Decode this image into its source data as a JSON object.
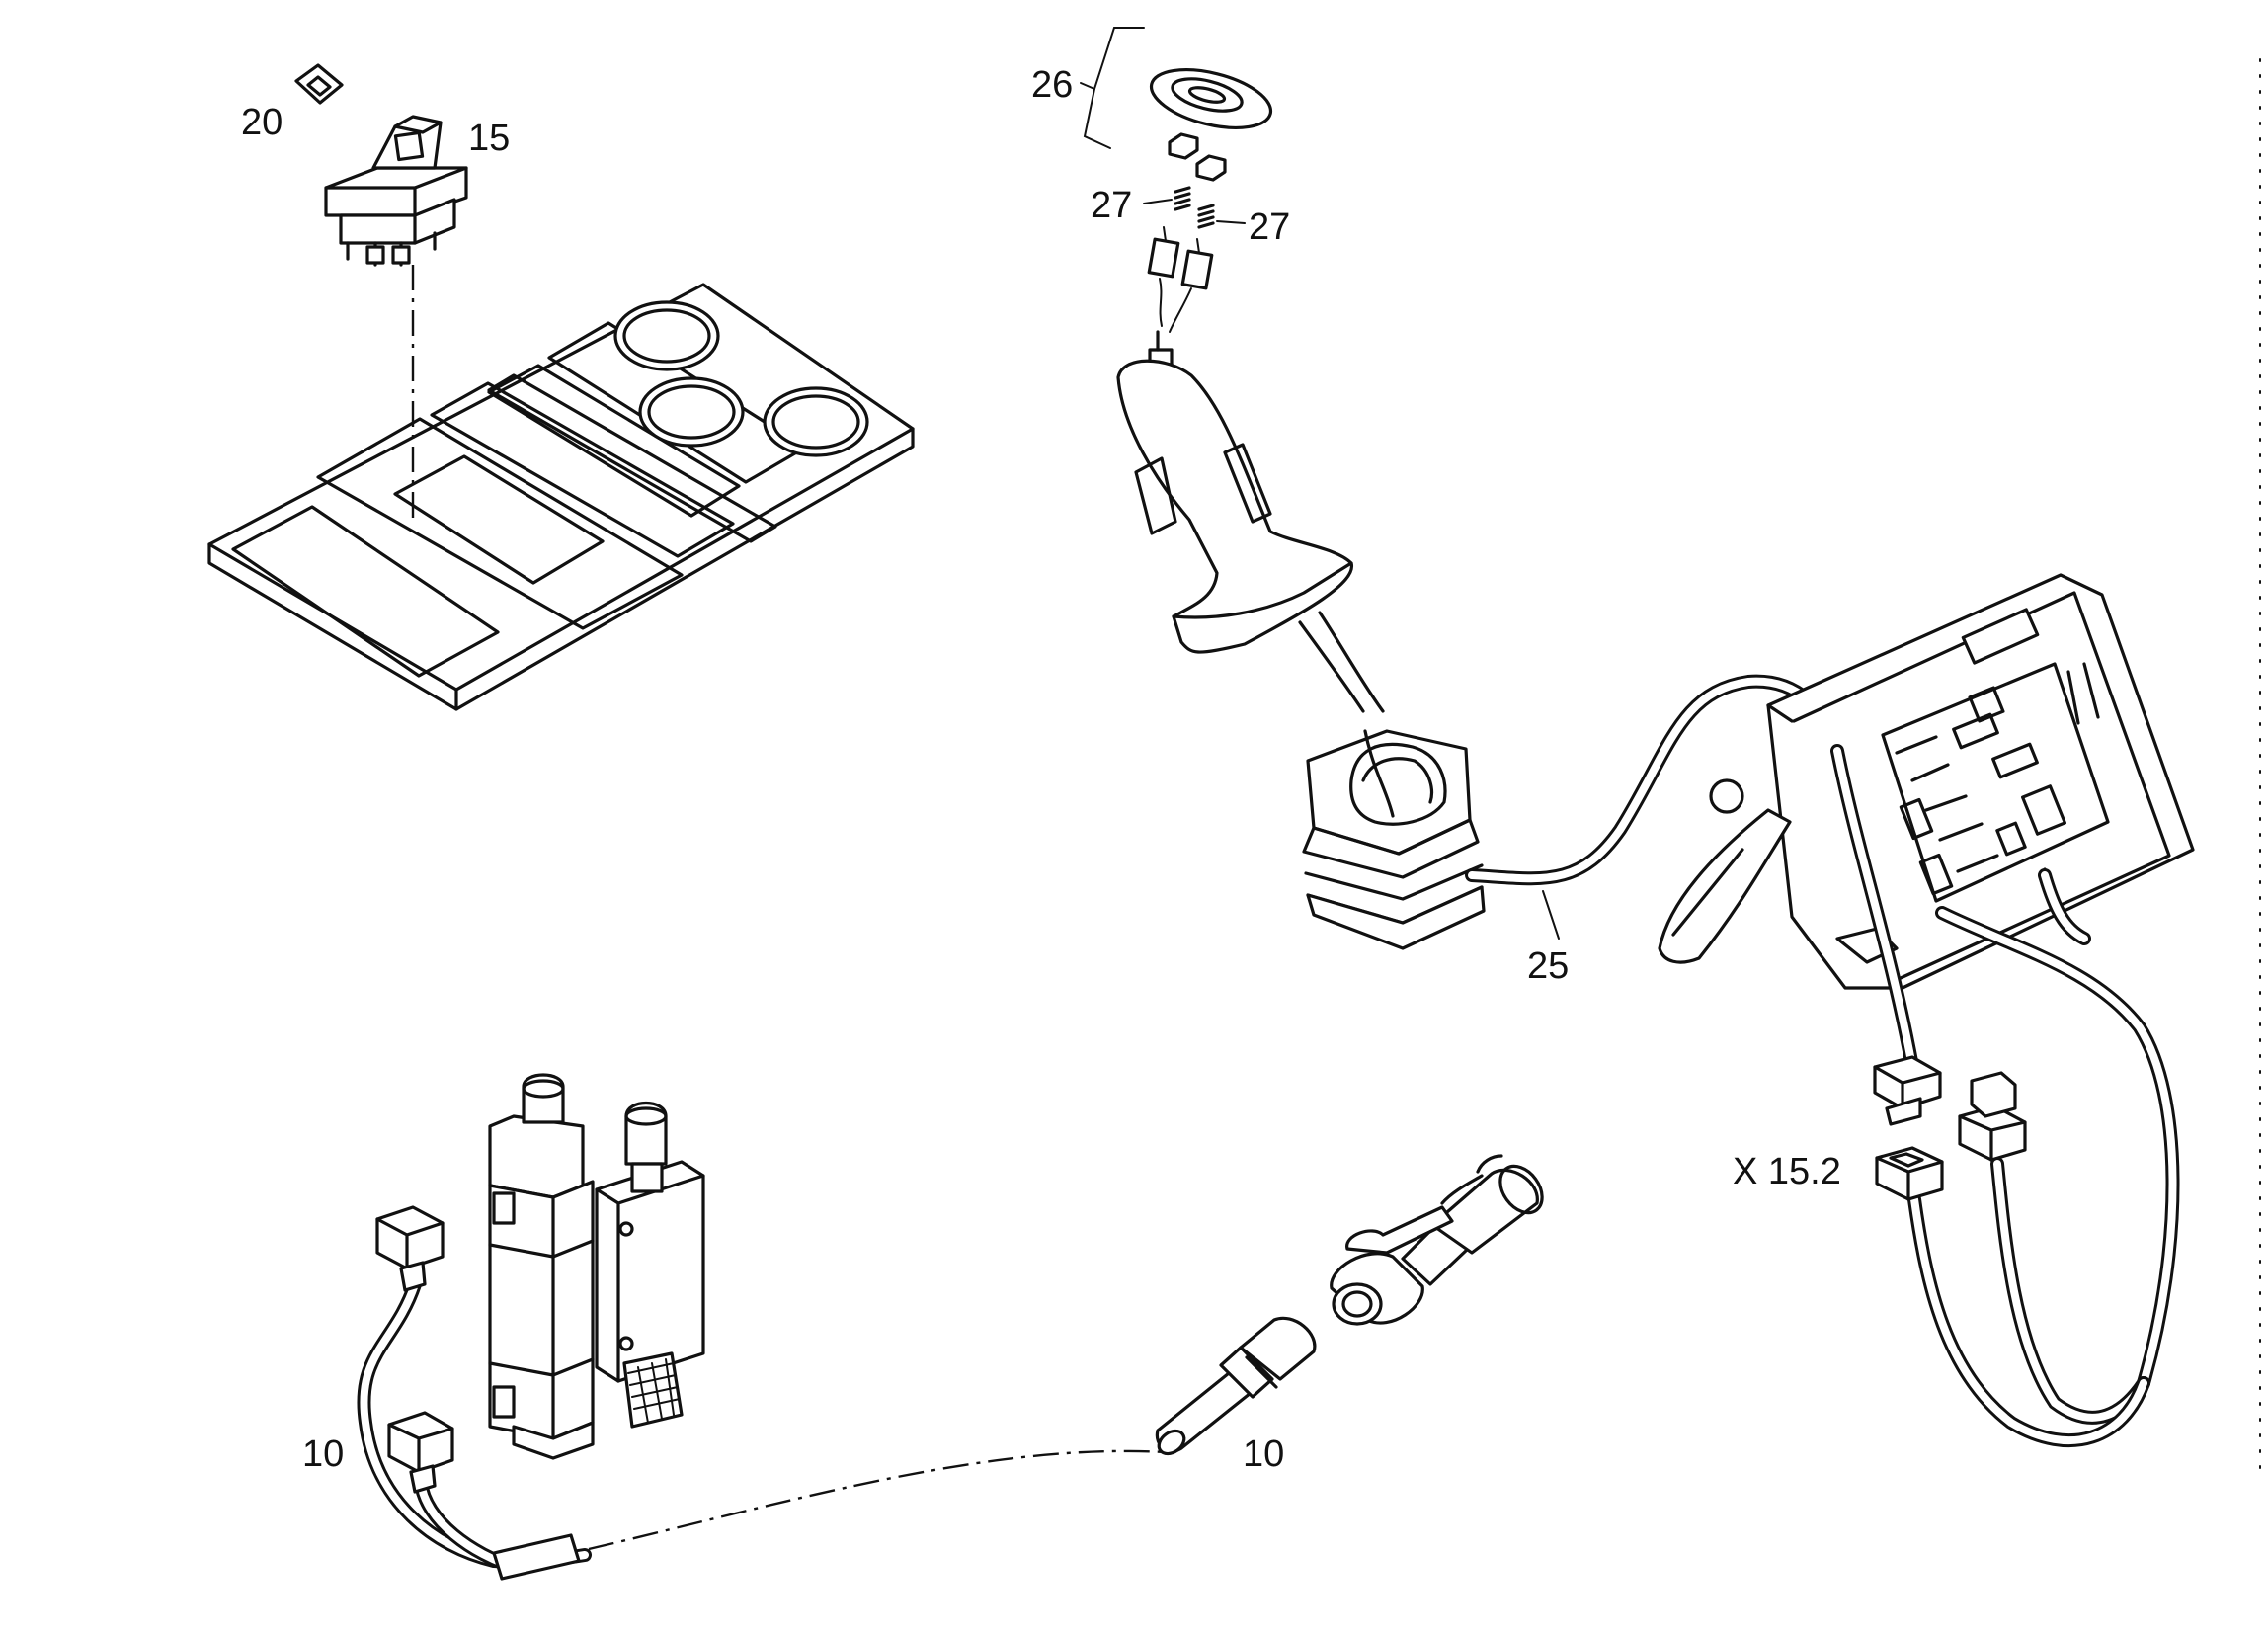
{
  "labels": {
    "p20": "20",
    "p15": "15",
    "p26": "26",
    "p27a": "27",
    "p27b": "27",
    "p25": "25",
    "x152": "X 15.2",
    "p10a": "10",
    "p10b": "10"
  }
}
